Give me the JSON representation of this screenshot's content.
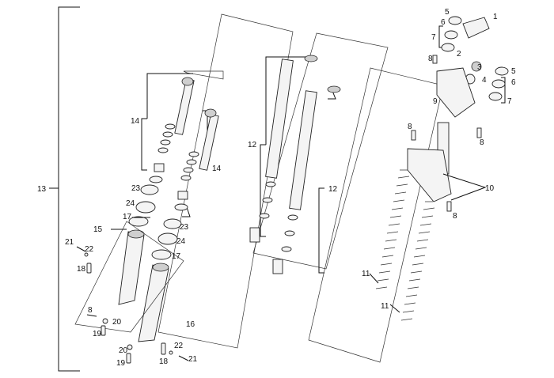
{
  "callouts": {
    "c1": "1",
    "c2": "2",
    "c3": "3",
    "c4": "4",
    "c5a": "5",
    "c5b": "5",
    "c6a": "6",
    "c6b": "6",
    "c7a": "7",
    "c7b": "7",
    "c8a": "8",
    "c8b": "8",
    "c8c": "8",
    "c8d": "8",
    "c8e": "8",
    "c9": "9",
    "c10": "10",
    "c11a": "11",
    "c11b": "11",
    "c12a": "12",
    "c12b": "12",
    "c13": "13",
    "c14a": "14",
    "c14b": "14",
    "c15": "15",
    "c16": "16",
    "c17a": "17",
    "c17b": "17",
    "c18a": "18",
    "c18b": "18",
    "c19a": "19",
    "c19b": "19",
    "c20a": "20",
    "c20b": "20",
    "c21a": "21",
    "c21b": "21",
    "c22a": "22",
    "c22b": "22",
    "c23a": "23",
    "c23b": "23",
    "c24a": "24",
    "c24b": "24"
  }
}
